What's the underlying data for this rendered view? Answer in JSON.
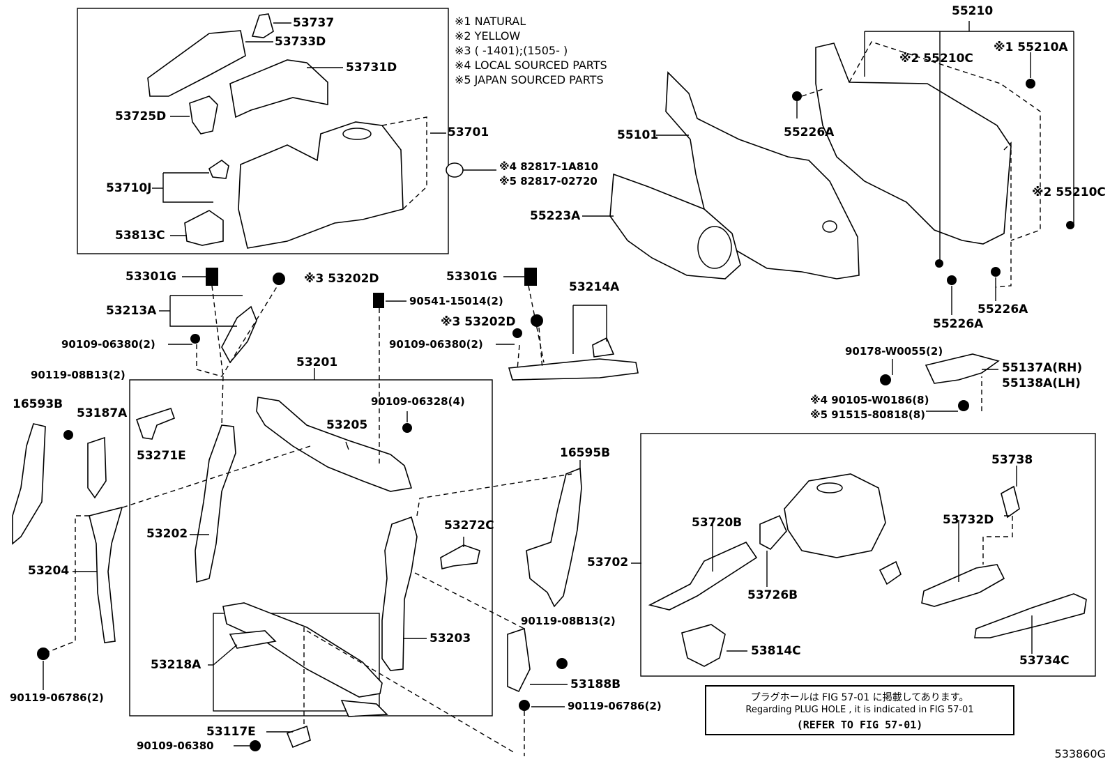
{
  "notes": [
    "※1 NATURAL",
    "※2 YELLOW",
    "※3 (        -1401);(1505-        )",
    "※4 LOCAL SOURCED PARTS",
    "※5 JAPAN SOURCED PARTS"
  ],
  "labels": {
    "p53737": "53737",
    "p53733D": "53733D",
    "p53731D": "53731D",
    "p53725D": "53725D",
    "p53701": "53701",
    "p53710J": "53710J",
    "p53813C": "53813C",
    "p82817_1A810": "※4 82817-1A810",
    "p82817_02720": "※5 82817-02720",
    "p55210": "55210",
    "p55210A": "※1 55210A",
    "p55210C_a": "※2 55210C",
    "p55210C_b": "※2 55210C",
    "p55101": "55101",
    "p55226A_a": "55226A",
    "p55226A_b": "55226A",
    "p55226A_c": "55226A",
    "p55223A": "55223A",
    "p53301G_a": "53301G",
    "p53301G_b": "53301G",
    "p53202D_a": "※3 53202D",
    "p53202D_b": "※3 53202D",
    "p53213A": "53213A",
    "p90541": "90541-15014(2)",
    "p53214A": "53214A",
    "p90109_06380_a": "90109-06380(2)",
    "p90109_06380_b": "90109-06380(2)",
    "p90109_06380_c": "90109-06380",
    "p53201": "53201",
    "p90119_08B13_a": "90119-08B13(2)",
    "p90119_08B13_b": "90119-08B13(2)",
    "p16593B": "16593B",
    "p53187A": "53187A",
    "p53271E": "53271E",
    "p53205": "53205",
    "p90109_06328": "90109-06328(4)",
    "p90178": "90178-W0055(2)",
    "p55137A": "55137A(RH)",
    "p55138A": "55138A(LH)",
    "p90105": "※4 90105-W0186(8)",
    "p91515": "※5 91515-80818(8)",
    "p16595B": "16595B",
    "p53738": "53738",
    "p53202": "53202",
    "p53272C": "53272C",
    "p53720B": "53720B",
    "p53732D": "53732D",
    "p53204": "53204",
    "p53702": "53702",
    "p53726B": "53726B",
    "p53203": "53203",
    "p53218A": "53218A",
    "p53814C": "53814C",
    "p53734C": "53734C",
    "p53188B": "53188B",
    "p90119_06786_a": "90119-06786(2)",
    "p90119_06786_b": "90119-06786(2)",
    "p53117E": "53117E"
  },
  "reference": {
    "line1": "プラグホールは FIG 57-01 に掲載してあります。",
    "line2": "Regarding  PLUG  HOLE , it is indicated in FIG  57-01",
    "line3": "(REFER TO FIG 57-01)"
  },
  "figure_id": "533860G"
}
